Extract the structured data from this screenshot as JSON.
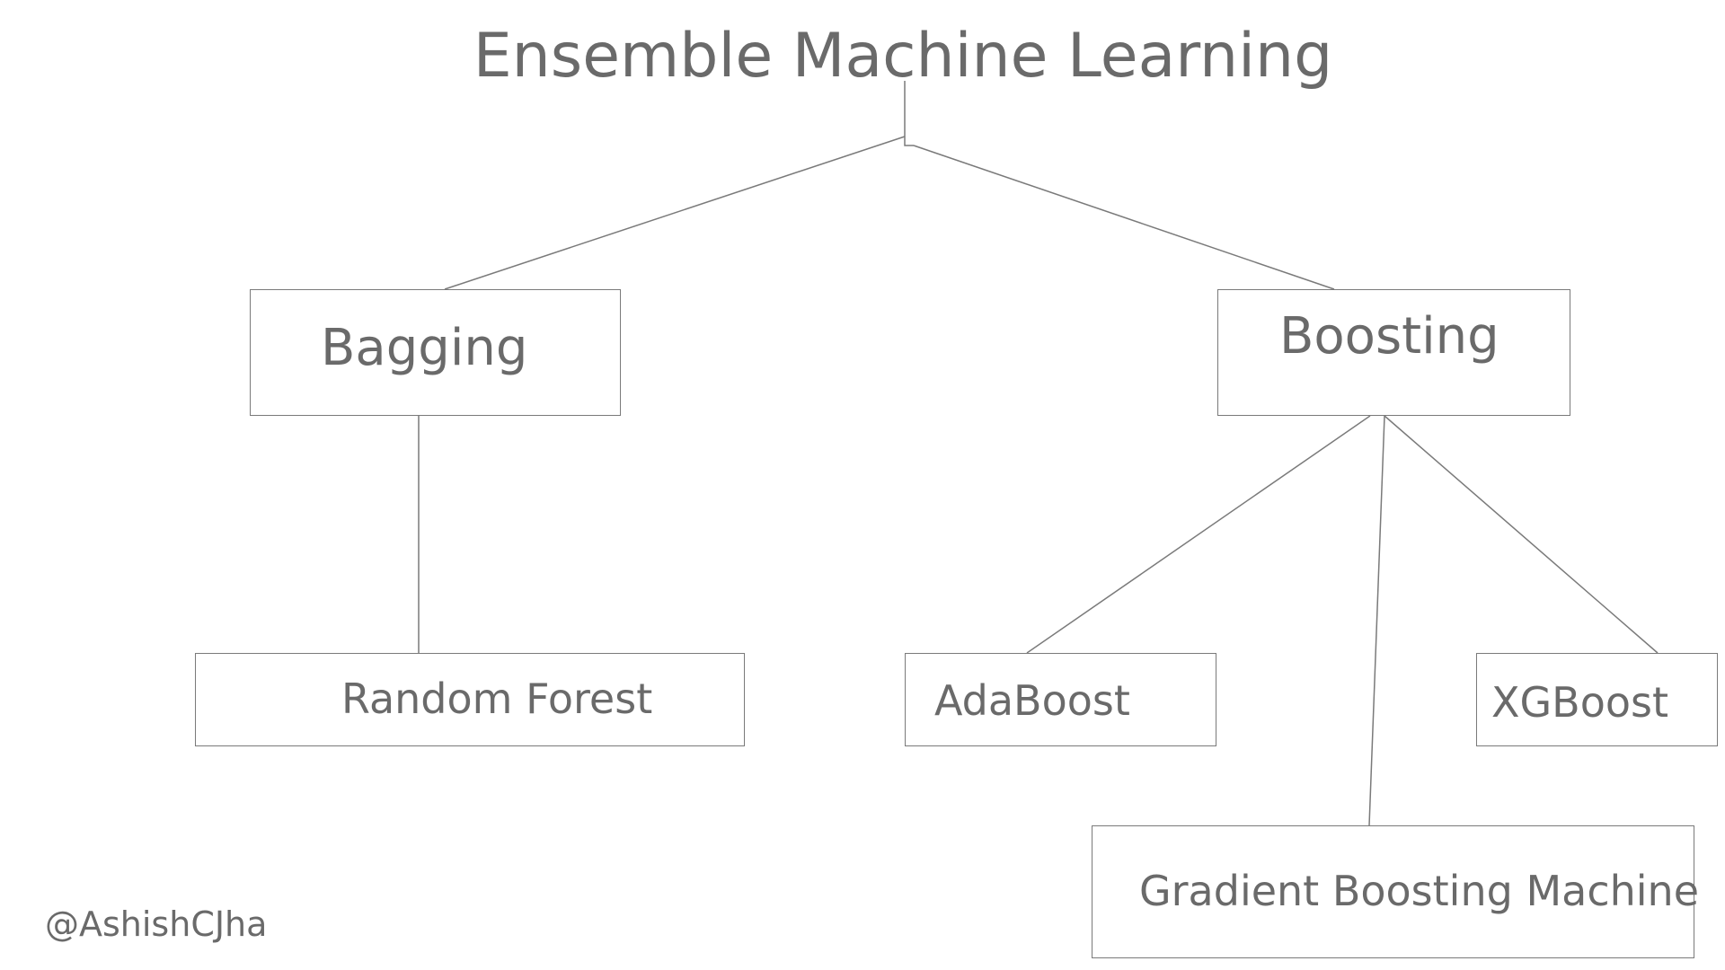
{
  "diagram": {
    "title": "Ensemble Machine Learning",
    "nodes": {
      "bagging": "Bagging",
      "boosting": "Boosting",
      "random_forest": "Random Forest",
      "adaboost": "AdaBoost",
      "xgboost": "XGBoost",
      "gradient_boosting_machine": "Gradient Boosting Machine"
    },
    "edges": [
      [
        "Ensemble Machine Learning",
        "Bagging"
      ],
      [
        "Ensemble Machine Learning",
        "Boosting"
      ],
      [
        "Bagging",
        "Random Forest"
      ],
      [
        "Boosting",
        "AdaBoost"
      ],
      [
        "Boosting",
        "Gradient Boosting Machine"
      ],
      [
        "Boosting",
        "XGBoost"
      ]
    ]
  },
  "watermark": "@AshishCJha"
}
